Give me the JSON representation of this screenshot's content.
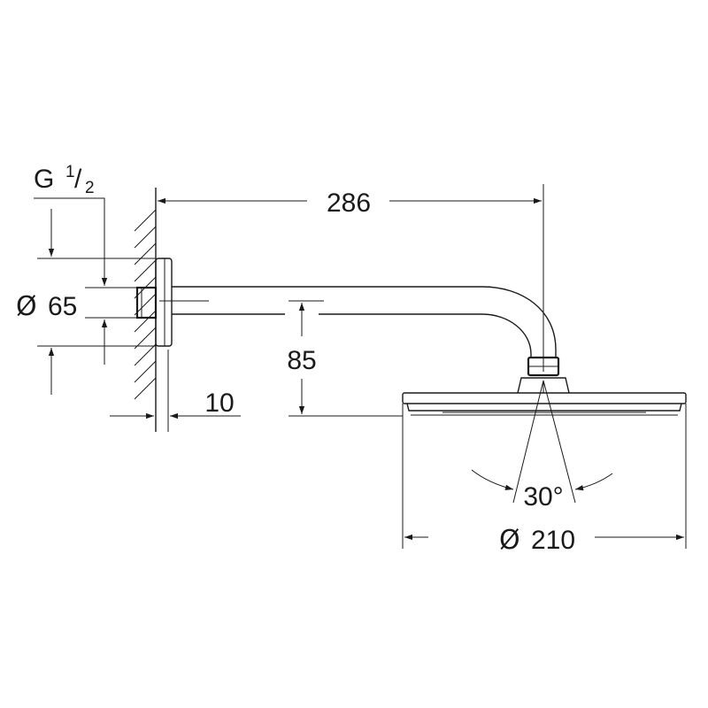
{
  "drawing": {
    "thread_label": {
      "prefix": "G",
      "numerator": "1",
      "slash": "/",
      "denominator": "2"
    },
    "dimensions": {
      "arm_length": "286",
      "rose_diameter_symbol": "Ø",
      "rose_diameter": "65",
      "height_offset": "85",
      "rose_depth": "10",
      "head_diameter_symbol": "Ø",
      "head_diameter": "210",
      "tilt_angle": "30°"
    }
  }
}
